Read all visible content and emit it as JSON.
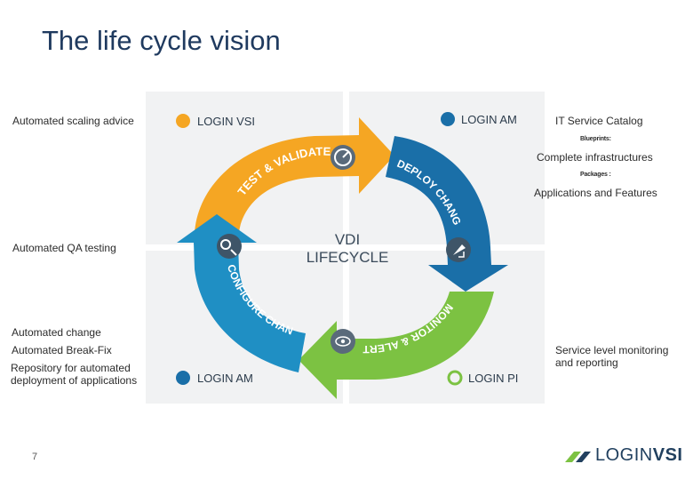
{
  "slide": {
    "title": "The life cycle vision",
    "page_number": "7"
  },
  "left_notes": {
    "scaling": "Automated scaling advice",
    "qa": "Automated QA testing",
    "change": "Automated change",
    "breakfix": "Automated Break-Fix",
    "repo_line1": "Repository for automated",
    "repo_line2": "deployment of applications"
  },
  "right_notes": {
    "catalog": "IT Service Catalog",
    "blueprints": "Blueprints:",
    "infrastructures": "Complete infrastructures",
    "packages": "Packages :",
    "applications": "Applications and Features",
    "monitoring_line1": "Service level monitoring",
    "monitoring_line2": "and reporting"
  },
  "diagram": {
    "center_line1": "VDI",
    "center_line2": "LIFECYCLE",
    "arrows": [
      {
        "label": "TEST & VALIDATE",
        "color": "#f5a623"
      },
      {
        "label": "DEPLOY CHANGES",
        "color": "#1a6fa8"
      },
      {
        "label": "MONITOR & ALERT",
        "color": "#7cc242"
      },
      {
        "label": "CONFIGURE CHANGES",
        "color": "#1f8fc4"
      }
    ],
    "products": {
      "top_left": "LOGIN VSI",
      "top_right": "LOGIN AM",
      "bottom_left": "LOGIN AM",
      "bottom_right": "LOGIN PI"
    },
    "icons": [
      "gauge-icon",
      "rocket-shield-icon",
      "eye-refresh-icon",
      "gears-wrench-icon"
    ]
  },
  "brand": {
    "name_light": "LOGIN",
    "name_bold": "VSI",
    "colors": {
      "green": "#7cc242",
      "navy": "#21405f"
    }
  }
}
